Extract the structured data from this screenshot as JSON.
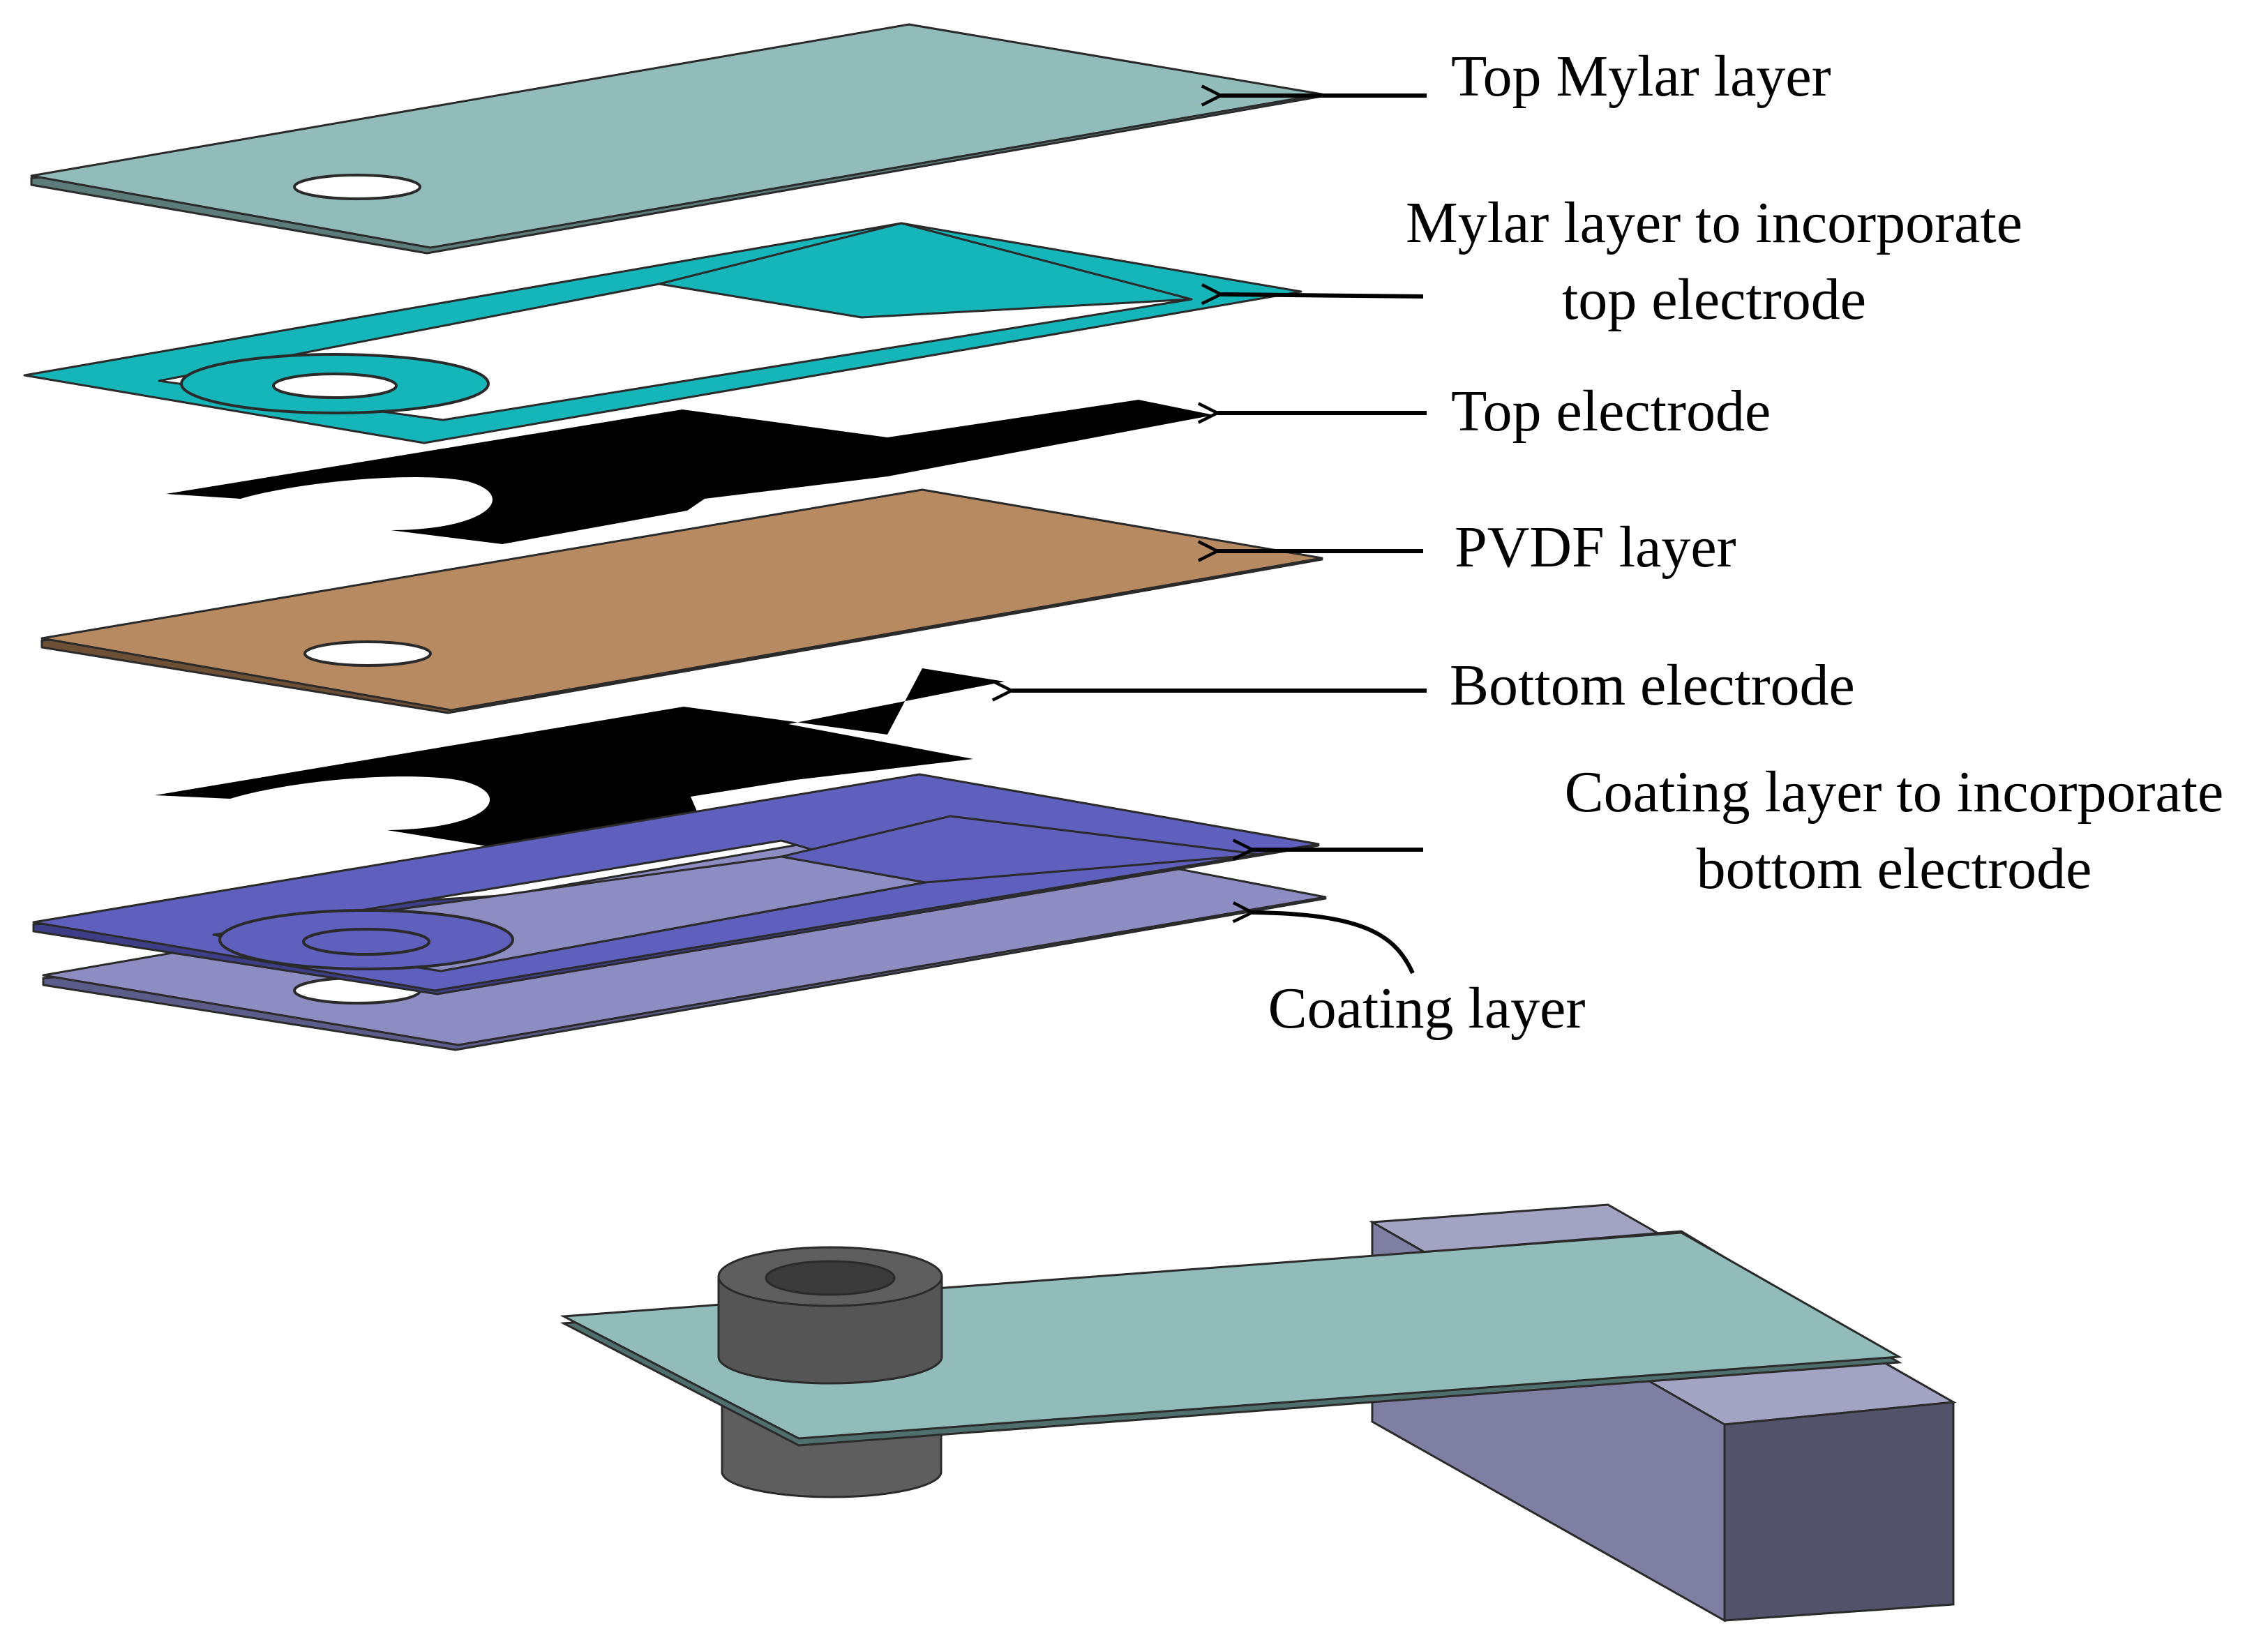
{
  "labels": {
    "top_mylar": "Top Mylar layer",
    "mylar_electrode_line1": "Mylar layer to incorporate",
    "mylar_electrode_line2": "top electrode",
    "top_electrode": "Top electrode",
    "pvdf": "PVDF layer",
    "bottom_electrode": "Bottom electrode",
    "coating_electrode_line1": "Coating layer to incorporate",
    "coating_electrode_line2": "bottom electrode",
    "coating": "Coating layer"
  },
  "colors": {
    "mylar": "#92bcba",
    "mylar_frame": "#14b6b9",
    "electrode": "#000000",
    "pvdf": "#b78a62",
    "coating_frame": "#5f5fbd",
    "coating": "#8d8dc3",
    "clamp_top": "#a3a3c4",
    "clamp_front": "#7f7fa3",
    "clamp_side": "#52526a",
    "washer": "#5e5e5e"
  }
}
